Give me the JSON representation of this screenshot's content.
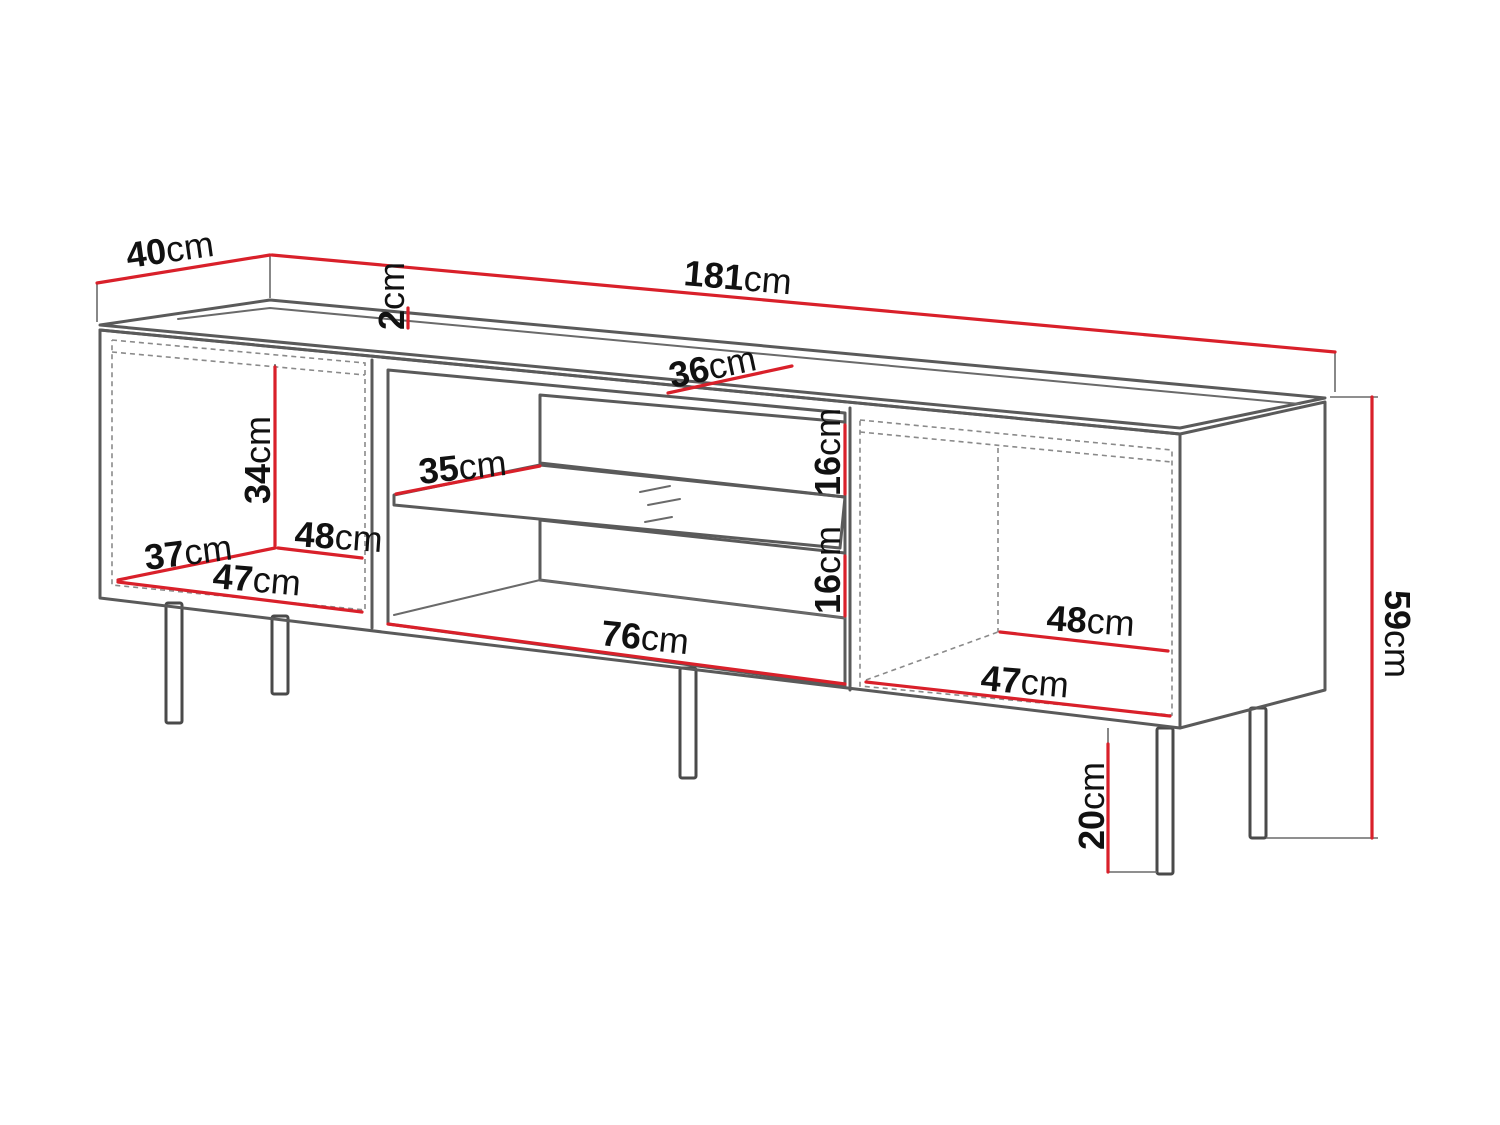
{
  "colors": {
    "dimension": "#d9202a",
    "outline": "#5a5a5a",
    "background": "#ffffff"
  },
  "unit": "cm",
  "dimensions": {
    "depth": "40",
    "width": "181",
    "top_thickness": "2",
    "shelf_depth_top": "36",
    "shelf_depth_mid": "35",
    "open_height_upper": "16",
    "open_height_lower": "16",
    "open_width": "76",
    "left_height": "34",
    "left_depth": "37",
    "left_width_inner": "48",
    "left_width_front": "47",
    "right_width_inner": "48",
    "right_width_front": "47",
    "leg_height": "20",
    "total_height": "59"
  }
}
